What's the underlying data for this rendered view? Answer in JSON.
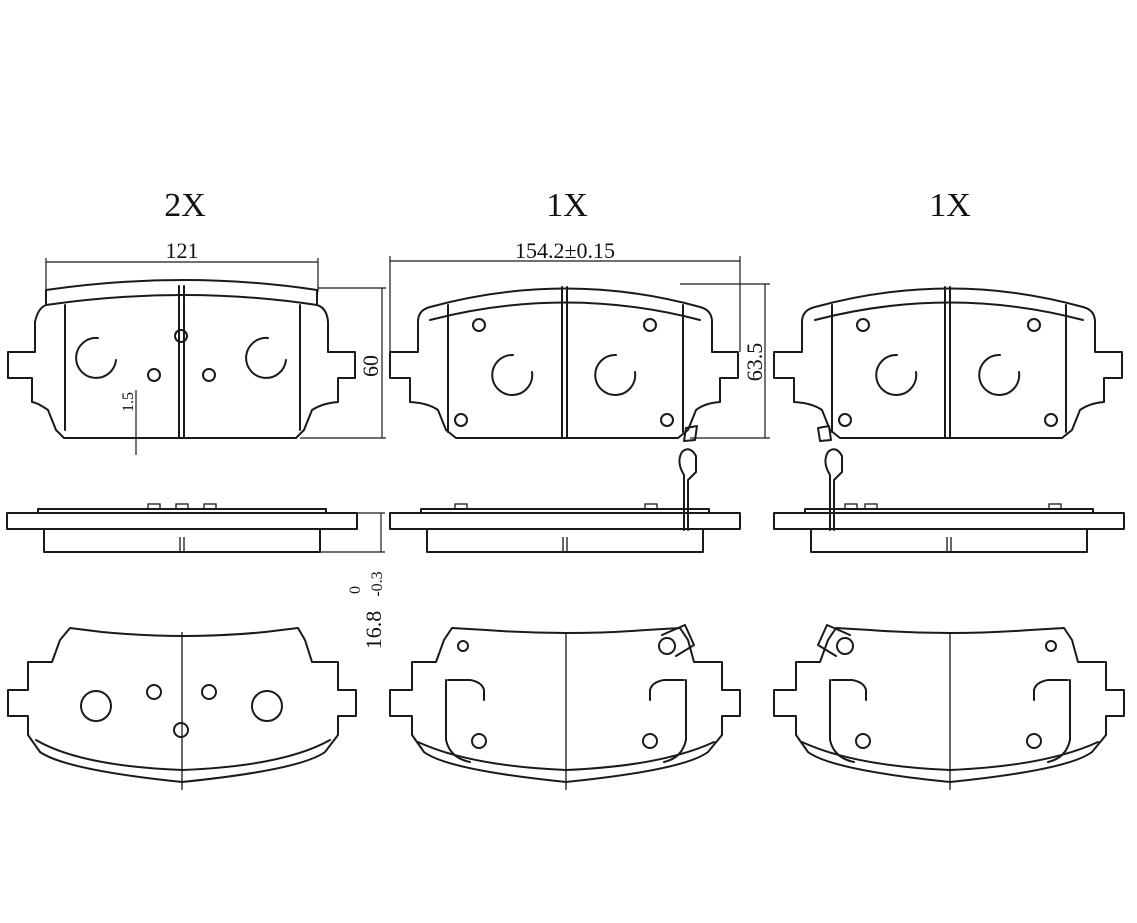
{
  "quantities": {
    "left": "2X",
    "middle": "1X",
    "right": "1X"
  },
  "dimensions": {
    "width_left": "121",
    "width_right": "154.2±0.15",
    "height_left": "60",
    "height_right": "63.5",
    "shim_gap": "1.5",
    "thickness": "16.8",
    "thickness_tol_upper": "0",
    "thickness_tol_lower": "-0.3"
  },
  "colors": {
    "line": "#1a1a1a",
    "background": "#ffffff"
  }
}
